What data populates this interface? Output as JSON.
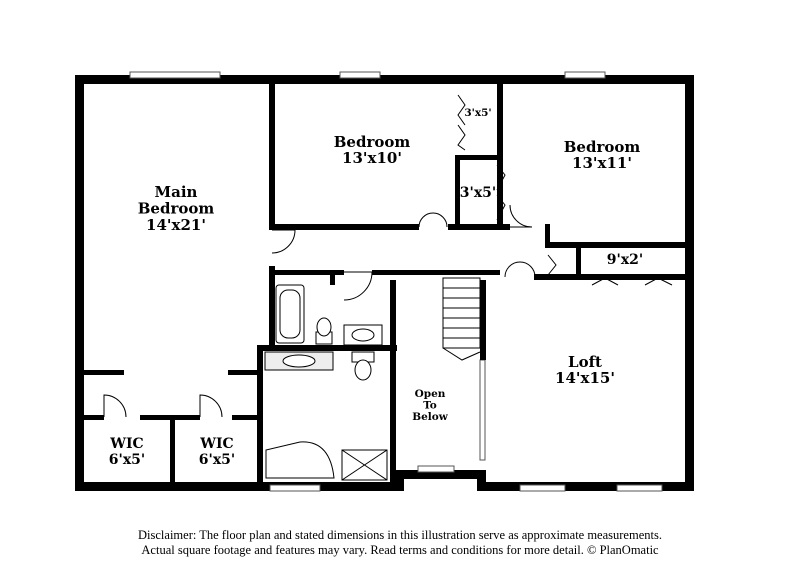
{
  "rooms": {
    "main_bedroom": {
      "name": "Main\nBedroom",
      "dims": "14'x21'"
    },
    "bedroom_2": {
      "name": "Bedroom",
      "dims": "13'x10'"
    },
    "bedroom_3": {
      "name": "Bedroom",
      "dims": "13'x11'"
    },
    "closet_a": {
      "dims": "3'x5'"
    },
    "closet_b": {
      "dims": "3'x5'"
    },
    "closet_c": {
      "dims": "9'x2'"
    },
    "wic_1": {
      "name": "WIC",
      "dims": "6'x5'"
    },
    "wic_2": {
      "name": "WIC",
      "dims": "6'x5'"
    },
    "loft": {
      "name": "Loft",
      "dims": "14'x15'"
    },
    "open_to_below": {
      "name": "Open\nTo\nBelow"
    }
  },
  "disclaimer": {
    "line1": "Disclaimer: The floor plan and stated dimensions in this illustration serve as approximate measurements.",
    "line2": "Actual square footage and features may vary. Read terms and conditions for more detail. © PlanOmatic"
  },
  "colors": {
    "wall": "#000000",
    "background": "#ffffff"
  }
}
